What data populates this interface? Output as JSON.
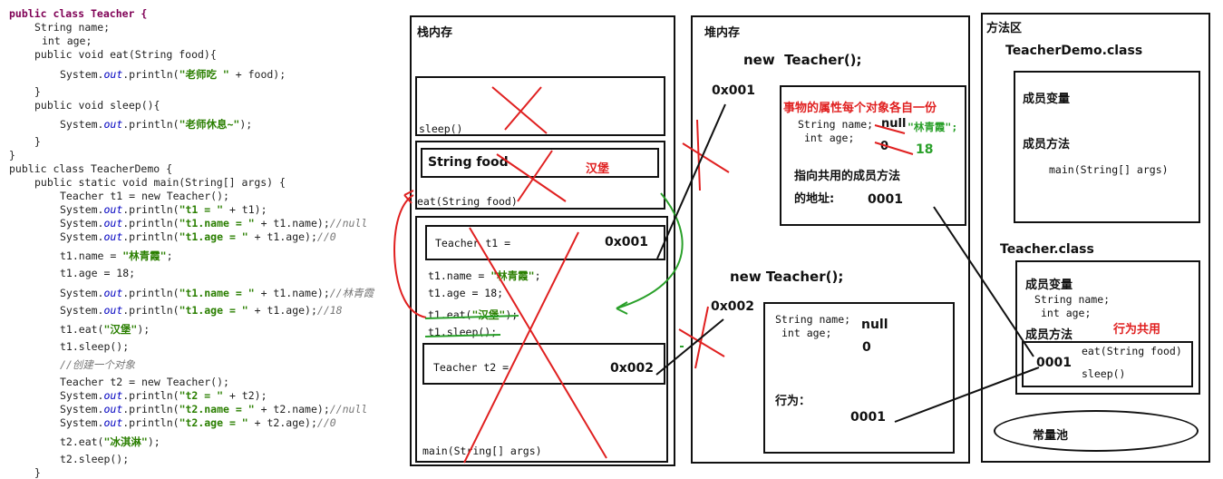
{
  "code": {
    "l01": "public class Teacher {",
    "l02": "String name;",
    "l03": "int age;",
    "l04": "public void eat(String food){",
    "l05a": "System.",
    "l05b": "out",
    "l05c": ".println(",
    "l05d": "\"老师吃 \"",
    "l05e": " + food);",
    "l06": "}",
    "l07": "public void sleep(){",
    "l08d": "\"老师休息~\"",
    "l08e": ");",
    "l09": "}",
    "l10": "}",
    "l11": "public class TeacherDemo {",
    "l12": "public static void main(String[] args) {",
    "l13": "Teacher t1 = new Teacher();",
    "l14d": "\"t1 = \"",
    "l14e": " + t1);",
    "l15d": "\"t1.name = \"",
    "l15e": " + t1.name);",
    "l15c": "//null",
    "l16d": "\"t1.age = \"",
    "l16e": " + t1.age);",
    "l16c": "//0",
    "l17a": "t1.name = ",
    "l17b": "\"林青霞\"",
    "l17c": ";",
    "l18": "t1.age = 18;",
    "l19c": "//林青霞",
    "l20c": "//18",
    "l21a": "t1.eat(",
    "l21b": "\"汉堡\"",
    "l21c": ");",
    "l22": "t1.sleep();",
    "l23": "//创建一个对象",
    "l24": "Teacher t2 = new Teacher();",
    "l25d": "\"t2 = \"",
    "l25e": " + t2);",
    "l26d": "\"t2.name = \"",
    "l26e": " + t2.name);",
    "l26c": "//null",
    "l27d": "\"t2.age = \"",
    "l27e": " + t2.age);",
    "l27c": "//0",
    "l28a": "t2.eat(",
    "l28b": "\"冰淇淋\"",
    "l28c": ");",
    "l29": "t2.sleep();",
    "l30": "}"
  },
  "stack": {
    "title": "栈内存",
    "sleep_frame": "sleep()",
    "eat_param": "String food",
    "eat_value": "汉堡",
    "eat_frame": "eat(String food)",
    "t1_label": "Teacher t1 =",
    "t1_addr": "0x001",
    "l1a": "t1.name = ",
    "l1b": "\"林青霞\"",
    "l1c": ";",
    "l2": "t1.age = 18;",
    "l3a": "t1.eat(",
    "l3b": "\"汉堡\"",
    "l3c": ");",
    "l4": "t1.sleep();",
    "t2_label": "Teacher t2 =",
    "t2_addr": "0x002",
    "main_frame": "main(String[] args)"
  },
  "heap": {
    "title": "堆内存",
    "new1": "new  Teacher();",
    "addr1": "0x001",
    "note": "事物的属性每个对象各自一份",
    "name_decl": "String name;",
    "null1": "null",
    "name_val": "\"林青霞\";",
    "age_decl": "int age;",
    "zero1": "0",
    "age_val": "18",
    "method_ref1": "指向共用的成员方法",
    "method_ref2": "的地址:",
    "method_addr1": "0001",
    "new2": "new Teacher();",
    "addr2": "0x002",
    "name_decl2": "String name;",
    "null2": "null",
    "age_decl2": "int age;",
    "zero2": "0",
    "behavior": "行为：",
    "method_addr2": "0001"
  },
  "method_area": {
    "title": "方法区",
    "demo_class": "TeacherDemo.class",
    "member_vars": "成员变量",
    "member_methods": "成员方法",
    "main_sig": "main(String[] args)",
    "teacher_class": "Teacher.class",
    "t_member_vars": "成员变量",
    "t_name": "String name;",
    "t_age": "int age;",
    "t_member_methods": "成员方法",
    "shared": "行为共用",
    "addr": "0001",
    "eat": "eat(String food)",
    "sleep": "sleep()",
    "const_pool": "常量池"
  },
  "colors": {
    "annotation_red": "#e02020",
    "annotation_green": "#2aa02a"
  }
}
